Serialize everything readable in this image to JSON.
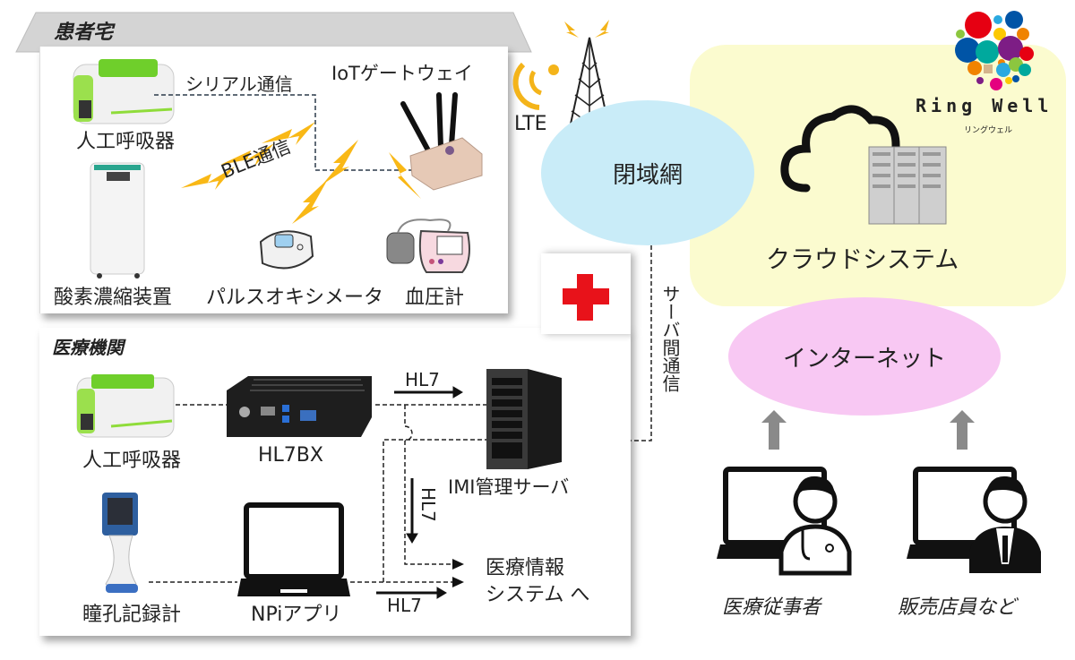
{
  "patient_home": {
    "title": "患者宅",
    "ventilator_label": "人工呼吸器",
    "serial_label": "シリアル通信",
    "gateway_label": "IoTゲートウェイ",
    "ble_label": "BLE通信",
    "oxygen_label": "酸素濃縮装置",
    "pulse_oximeter_label": "パルスオキシメータ",
    "blood_pressure_label": "血圧計"
  },
  "network": {
    "lte_label": "LTE",
    "closed_network_label": "閉域網",
    "server_comm_label": "サーバ間通信",
    "internet_label": "インターネット"
  },
  "cloud": {
    "label": "クラウドシステム",
    "brand_name": "Ring Well",
    "brand_kana": "リングウェル"
  },
  "hospital": {
    "title": "医療機関",
    "ventilator_label": "人工呼吸器",
    "hl7bx_label": "HL7BX",
    "server_label": "IMI管理サーバ",
    "pupillometer_label": "瞳孔記録計",
    "npi_app_label": "NPiアプリ",
    "hl7_top": "HL7",
    "hl7_vertical": "HL7",
    "hl7_bottom": "HL7",
    "his_line1": "医療情報",
    "his_line2": "システム へ"
  },
  "users": {
    "medical_staff_label": "医療従事者",
    "sales_staff_label": "販売店員など"
  },
  "colors": {
    "lightning": "#f9b816",
    "closed_network": "#c9ecf8",
    "cloud_bg": "#fbfbcf",
    "internet": "#f8c8f3",
    "red_cross": "#e8121a",
    "arrow_gray": "#8a8a8a"
  }
}
